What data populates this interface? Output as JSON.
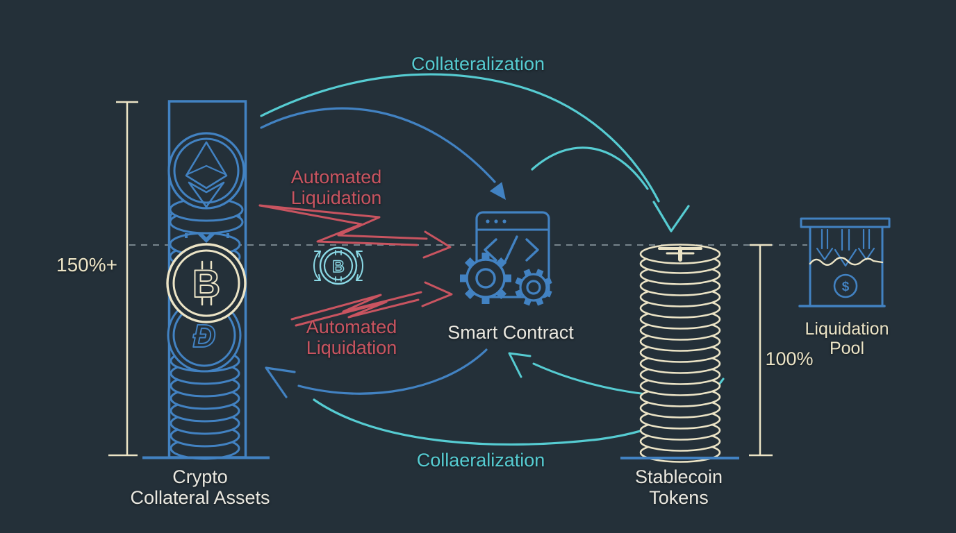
{
  "colors": {
    "background": "#243039",
    "blue": "#4282c2",
    "teal": "#56ccd2",
    "cyan": "#8bd9e6",
    "cream": "#ece4c6",
    "red": "#c95460",
    "text": "#eae8e0",
    "dashed_line": "#93a0a8"
  },
  "labels": {
    "top_flow": "Collateralization",
    "bottom_flow": "Collaeralization",
    "automated_liquidation_line1": "Automated",
    "automated_liquidation_line2": "Liquidation",
    "smart_contract": "Smart Contract",
    "crypto_stack_line1": "Crypto",
    "crypto_stack_line2": "Collateral Assets",
    "stablecoin_line1": "Stablecoin",
    "stablecoin_line2": "Tokens",
    "liquidation_pool_line1": "Liquidation",
    "liquidation_pool_line2": "Pool",
    "collateral_ratio": "150%+",
    "stablecoin_ratio": "100%"
  },
  "icons": {
    "bitcoin_glyph": "B",
    "dash_glyph": "Đ",
    "dollar_glyph": "$"
  }
}
